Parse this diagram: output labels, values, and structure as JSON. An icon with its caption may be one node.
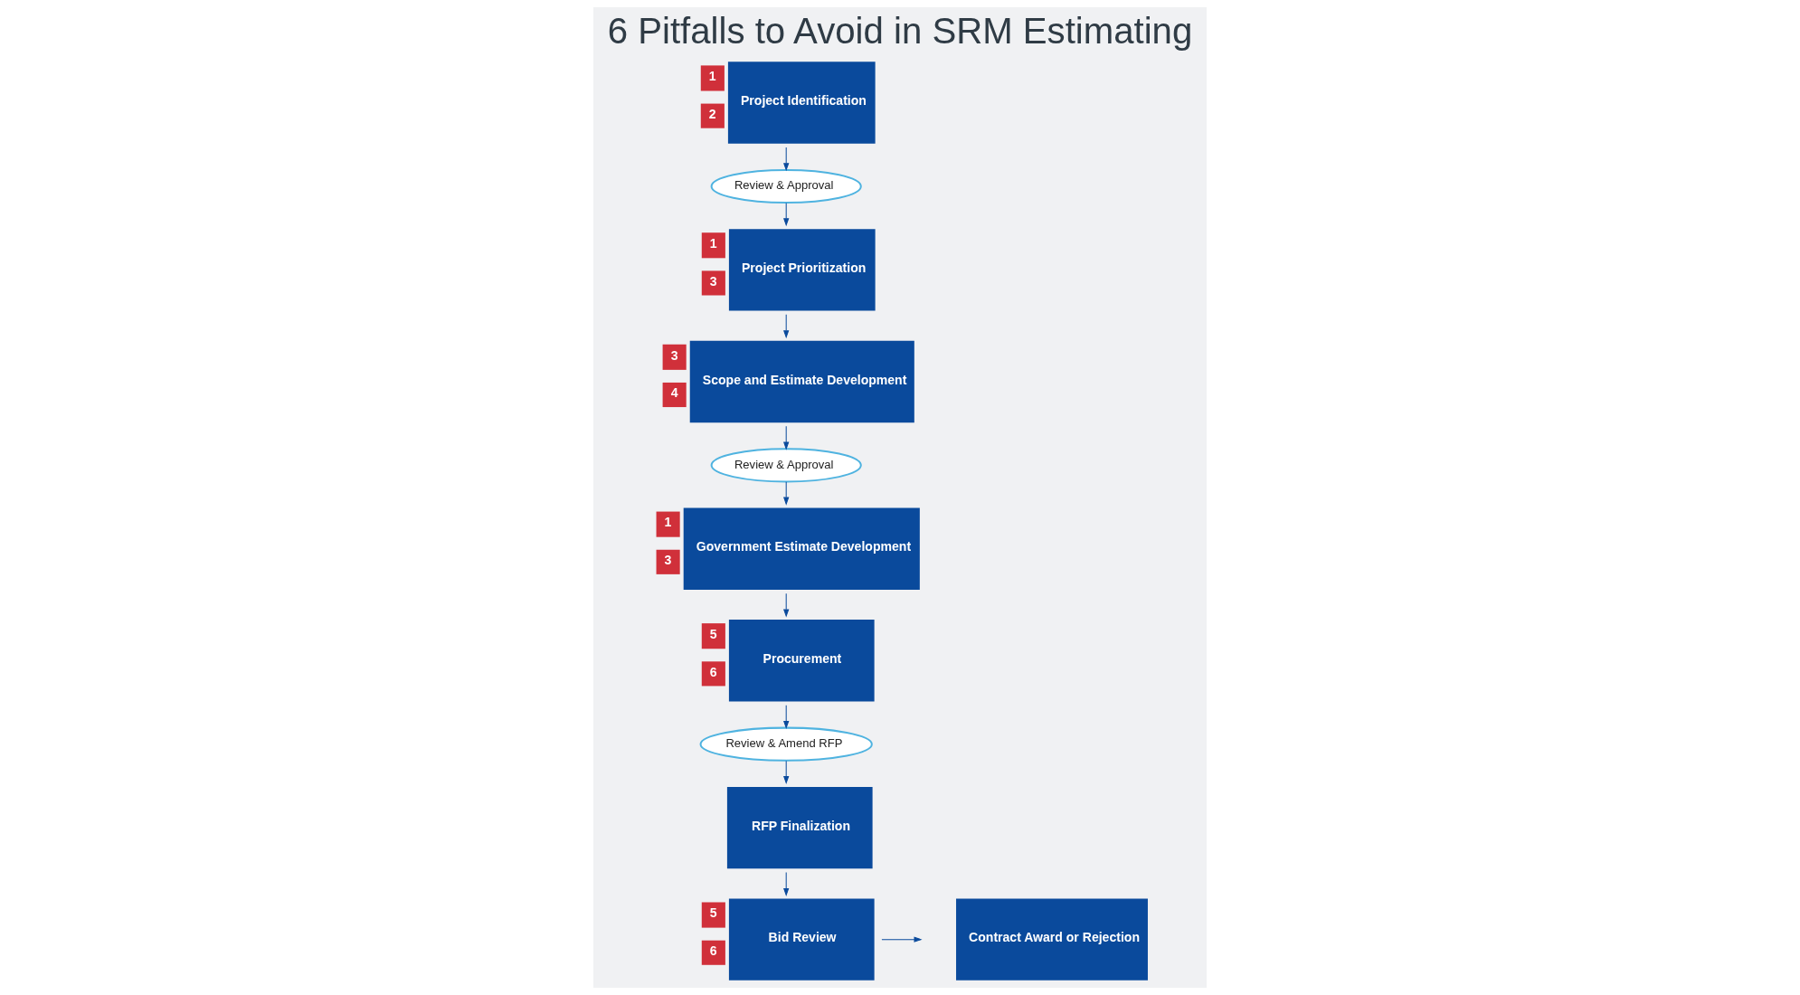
{
  "diagram": {
    "title": "6 Pitfalls to Avoid in SRM Estimating",
    "nodes": [
      {
        "text": [
          "Project Identification"
        ],
        "beside": [
          "1",
          "2"
        ]
      },
      {
        "text": [
          "Review & Approval"
        ]
      },
      {
        "text": [
          "Project Prioritization"
        ],
        "beside": [
          "1",
          "3"
        ]
      },
      {
        "text": [
          "Scope and Estimate Development"
        ],
        "beside": [
          "3",
          "4"
        ]
      },
      {
        "text": [
          "Review & Approval"
        ]
      },
      {
        "text": [
          "Government Estimate Development"
        ],
        "beside": [
          "1",
          "3"
        ]
      },
      {
        "text": [
          "Procurement"
        ],
        "beside": [
          "5",
          "6"
        ]
      },
      {
        "text": [
          "Review & Amend RFP"
        ]
      },
      {
        "text": [
          "RFP Finalization"
        ]
      },
      {
        "text": [
          "Bid Review"
        ],
        "beside": [
          "5",
          "6"
        ]
      },
      {
        "text": [
          "Contract Award or Rejection"
        ]
      }
    ],
    "edges": [
      {
        "from": 0,
        "to": 1,
        "arrow": "to"
      },
      {
        "from": 1,
        "to": 2,
        "arrow": "to"
      },
      {
        "from": 2,
        "to": 3,
        "arrow": "to"
      },
      {
        "from": 3,
        "to": 4,
        "arrow": "to"
      },
      {
        "from": 4,
        "to": 5,
        "arrow": "to"
      },
      {
        "from": 5,
        "to": 6,
        "arrow": "to"
      },
      {
        "from": 6,
        "to": 7,
        "arrow": "to"
      },
      {
        "from": 7,
        "to": 8,
        "arrow": "to"
      },
      {
        "from": 8,
        "to": 9,
        "arrow": "to"
      },
      {
        "from": 9,
        "to": 10,
        "arrow": "to"
      }
    ]
  }
}
